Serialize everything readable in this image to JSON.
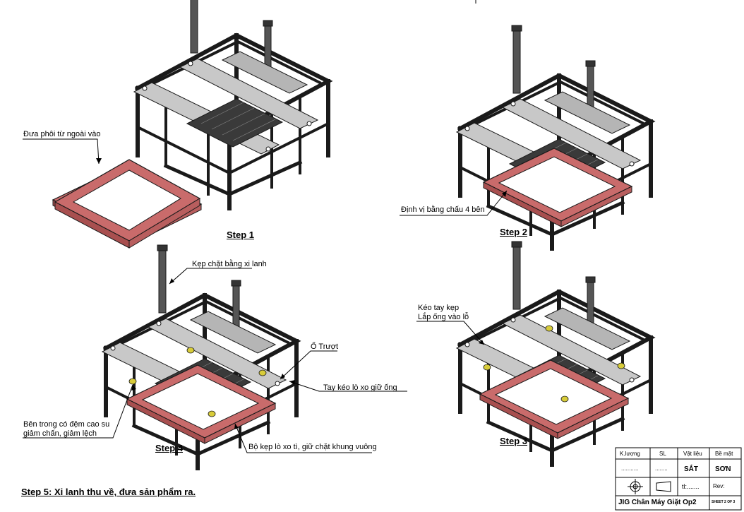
{
  "steps": {
    "step1": "Step 1",
    "step2": "Step 2",
    "step3": "Step 3",
    "step4": "Step 4",
    "step5": "Step 5: Xi lanh thu về, đưa sản phẩm ra."
  },
  "annotations": {
    "s1_feed": "Đưa phôi từ ngoài vào",
    "s2_locate": "Định vị bằng chấu 4 bên",
    "s3_line1": "Kéo tay kẹp",
    "s3_line2": "Lắp ống vào lỗ",
    "s4_clamp": "Kẹp chặt bằng xi lanh",
    "s4_slide": "Ổ Trượt",
    "s4_handle": "Tay kéo lò xo giữ ống",
    "s4_inner1": "Bên trong có đệm cao su",
    "s4_inner2": "giảm chấn, giảm lệch",
    "s4_springclamp": "Bộ kẹp lò xo tì, giữ chặt khung vuông"
  },
  "title_block": {
    "headers": [
      "K.lượng",
      "SL",
      "Vật liệu",
      "Bề mặt"
    ],
    "qty_placeholder": "...........",
    "sl_placeholder": "........",
    "material": "SẮT",
    "surface": "SƠN",
    "scale": "tl:.......",
    "rev": "Rev:",
    "title": "JIG Chân Máy Giặt Op2",
    "sheet": "SHEET 2 OF 3"
  },
  "colors": {
    "frame": "#1a1a1a",
    "plate": "#c8c8c8",
    "workpiece": "#c96b6b",
    "pad": "#d8cc3a"
  }
}
